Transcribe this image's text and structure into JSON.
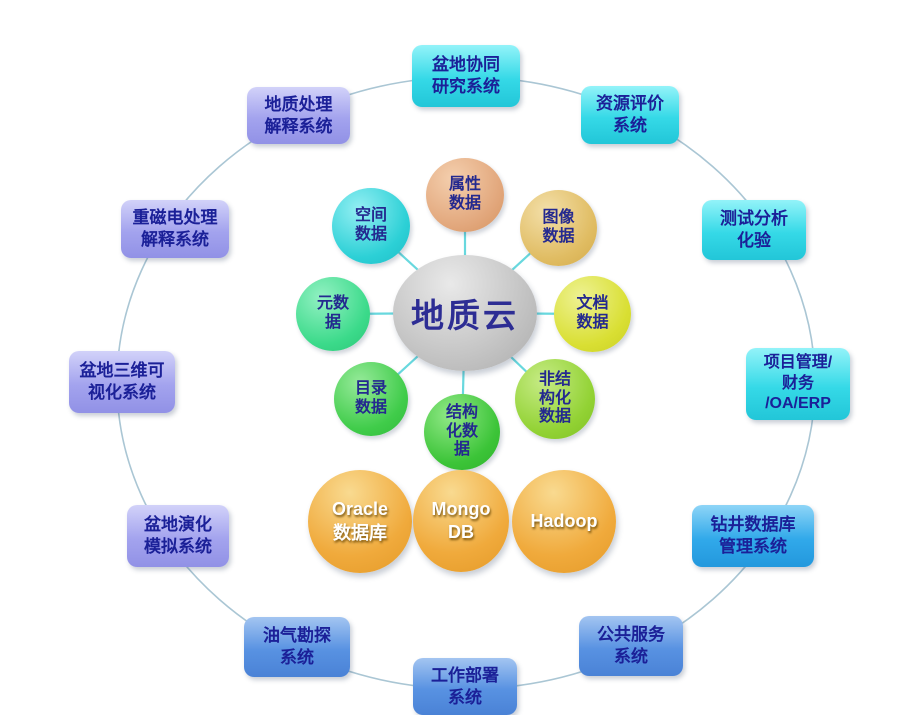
{
  "diagram": {
    "title": "地质云",
    "center": {
      "label": "地质云"
    },
    "systems": [
      {
        "label": "盆地协同研究系统",
        "lines": [
          "盆地协同",
          "研究系统"
        ]
      },
      {
        "label": "资源评价系统",
        "lines": [
          "资源评价",
          "系统"
        ]
      },
      {
        "label": "测试分析化验",
        "lines": [
          "测试分析",
          "化验"
        ]
      },
      {
        "label": "项目管理/财务/OA/ERP",
        "lines": [
          "项目管理/",
          "财务",
          "/OA/ERP"
        ]
      },
      {
        "label": "钻井数据库管理系统",
        "lines": [
          "钻井数据库",
          "管理系统"
        ]
      },
      {
        "label": "公共服务系统",
        "lines": [
          "公共服务",
          "系统"
        ]
      },
      {
        "label": "工作部署系统",
        "lines": [
          "工作部署",
          "系统"
        ]
      },
      {
        "label": "油气勘探系统",
        "lines": [
          "油气勘探",
          "系统"
        ]
      },
      {
        "label": "盆地演化模拟系统",
        "lines": [
          "盆地演化",
          "模拟系统"
        ]
      },
      {
        "label": "盆地三维可视化系统",
        "lines": [
          "盆地三维可",
          "视化系统"
        ]
      },
      {
        "label": "重磁电处理解释系统",
        "lines": [
          "重磁电处理",
          "解释系统"
        ]
      },
      {
        "label": "地质处理解释系统",
        "lines": [
          "地质处理",
          "解释系统"
        ]
      }
    ],
    "data_nodes": [
      {
        "label": "属性数据",
        "lines": [
          "属性",
          "数据"
        ]
      },
      {
        "label": "图像数据",
        "lines": [
          "图像",
          "数据"
        ]
      },
      {
        "label": "文档数据",
        "lines": [
          "文档",
          "数据"
        ]
      },
      {
        "label": "非结构化数据",
        "lines": [
          "非结",
          "构化",
          "数据"
        ]
      },
      {
        "label": "结构化数据",
        "lines": [
          "结构",
          "化数",
          "据"
        ]
      },
      {
        "label": "目录数据",
        "lines": [
          "目录",
          "数据"
        ]
      },
      {
        "label": "元数据",
        "lines": [
          "元数",
          "据"
        ]
      },
      {
        "label": "空间数据",
        "lines": [
          "空间",
          "数据"
        ]
      }
    ],
    "databases": [
      {
        "label": "Oracle 数据库",
        "lines": [
          "Oracle",
          "数据库"
        ]
      },
      {
        "label": "Mongo DB",
        "lines": [
          "Mongo",
          "DB"
        ]
      },
      {
        "label": "Hadoop",
        "lines": [
          "Hadoop"
        ]
      }
    ],
    "palette": {
      "system_cyan": "#35d9e7",
      "system_sky_blue": "#31a9ea",
      "system_blue": "#5892e2",
      "system_lavender": "#a3a3ee",
      "node_attribute_salmon": "#e2a77c",
      "node_image_gold": "#e0bc62",
      "node_document_yellow": "#d9df33",
      "node_unstructured_yellow_green": "#92d234",
      "node_structured_green": "#3cc438",
      "node_catalog_green": "#40cc4a",
      "node_metadata_spring_green": "#3bda8a",
      "node_spatial_turquoise": "#2cd0d6",
      "database_orange": "#f0aa3c",
      "center_gray": "#c4c4c4",
      "connector_cyan": "#68d8de",
      "outer_ring": "#aac6d4",
      "text_navy": "#1b2098"
    }
  }
}
